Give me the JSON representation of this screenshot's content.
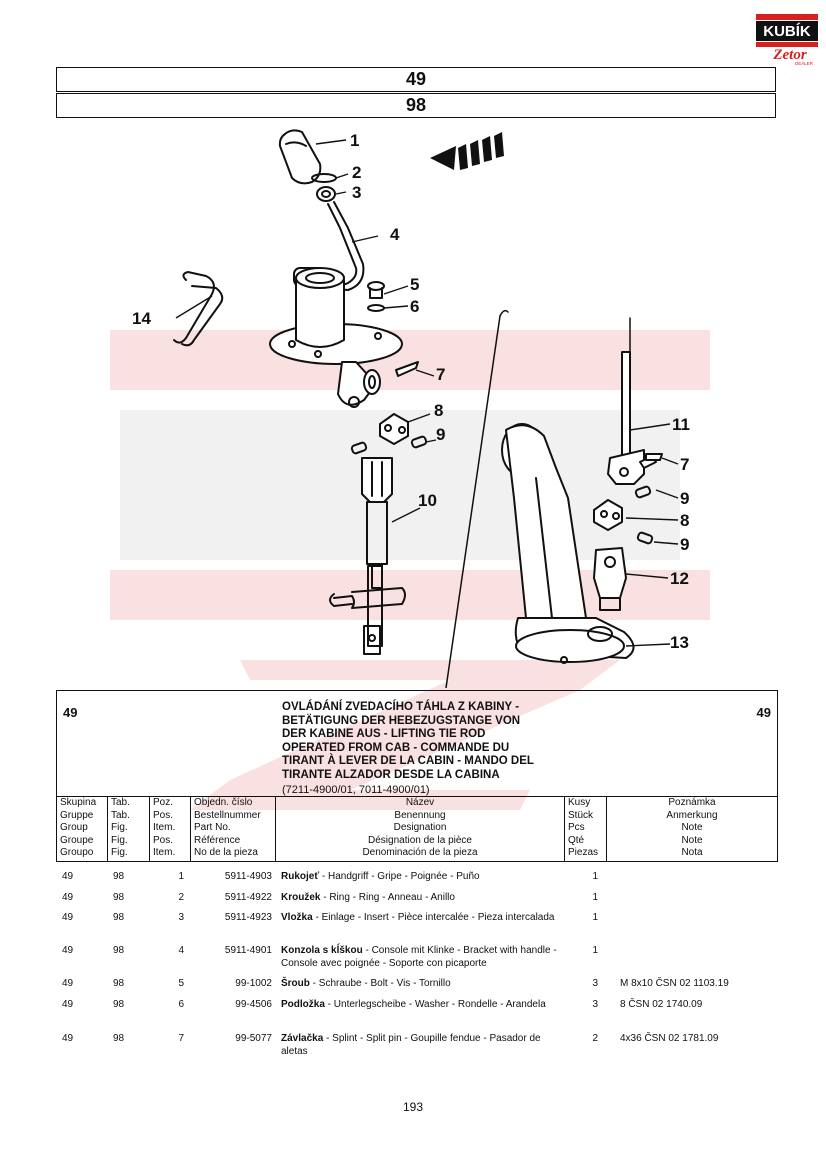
{
  "logo": {
    "brand_top": "KUBÍK",
    "brand_script": "Zetor",
    "brand_sub": "DEALER",
    "colors": {
      "red": "#d9201f",
      "black": "#111111"
    }
  },
  "header": {
    "group": "49",
    "table": "98"
  },
  "diagram": {
    "callouts": [
      "1",
      "2",
      "3",
      "4",
      "5",
      "6",
      "7",
      "8",
      "9",
      "10",
      "14",
      "11",
      "7",
      "9",
      "8",
      "9",
      "12",
      "13"
    ]
  },
  "info": {
    "group_left": "49",
    "group_right": "49",
    "title_lines": [
      "OVLÁDÁNÍ ZVEDACÍHO TÁHLA Z KABINY -",
      "BETÄTIGUNG DER HEBEZUGSTANGE VON",
      "DER KABINE AUS - LIFTING TIE ROD",
      "OPERATED FROM CAB - COMMANDE DU",
      "TIRANT À LEVER DE LA CABIN - MANDO DEL",
      "TIRANTE ALZADOR DESDE LA CABINA"
    ],
    "model_codes": "(7211-4900/01, 7011-4900/01)"
  },
  "columns": {
    "group": [
      "Skupina",
      "Gruppe",
      "Group",
      "Groupe",
      "Groupo"
    ],
    "table": [
      "Tab.",
      "Tab.",
      "Fig.",
      "Fig.",
      "Fig."
    ],
    "position": [
      "Poz.",
      "Pos.",
      "Item.",
      "Pos.",
      "Item."
    ],
    "order_no": [
      "Objedn. číslo",
      "Bestellnummer",
      "Part No.",
      "Référence",
      "No de la pieza"
    ],
    "name": [
      "Název",
      "Benennung",
      "Designation",
      "Désignation de la pièce",
      "Denominación de la pieza"
    ],
    "qty": [
      "Kusy",
      "Stück",
      "Pcs",
      "Qté",
      "Piezas"
    ],
    "note": [
      "Poznámka",
      "Anmerkung",
      "Note",
      "Note",
      "Nota"
    ]
  },
  "parts": [
    {
      "group": "49",
      "table": "98",
      "pos": "1",
      "order": "5911-4903",
      "name_bold": "Rukojeť",
      "name_rest": " - Handgriff - Gripe - Poignée - Puño",
      "qty": "1",
      "note": ""
    },
    {
      "group": "49",
      "table": "98",
      "pos": "2",
      "order": "5911-4922",
      "name_bold": "Kroužek",
      "name_rest": " - Ring - Ring - Anneau - Anillo",
      "qty": "1",
      "note": ""
    },
    {
      "group": "49",
      "table": "98",
      "pos": "3",
      "order": "5911-4923",
      "name_bold": "Vložka",
      "name_rest": " - Einlage - Insert - Pièce intercalée - Pieza intercalada",
      "qty": "1",
      "note": ""
    },
    {
      "group": "49",
      "table": "98",
      "pos": "4",
      "order": "5911-4901",
      "name_bold": "Konzola s kĺškou",
      "name_rest": " - Console mit Klinke - Bracket with handle - Console avec poignée - Soporte con picaporte",
      "qty": "1",
      "note": ""
    },
    {
      "group": "49",
      "table": "98",
      "pos": "5",
      "order": "99-1002",
      "name_bold": "Šroub",
      "name_rest": " - Schraube - Bolt - Vis - Tornillo",
      "qty": "3",
      "note": "M 8x10 ČSN 02 1103.19"
    },
    {
      "group": "49",
      "table": "98",
      "pos": "6",
      "order": "99-4506",
      "name_bold": "Podložka",
      "name_rest": " - Unterlegscheibe - Washer - Rondelle - Arandela",
      "qty": "3",
      "note": "8 ČSN 02 1740.09"
    },
    {
      "group": "49",
      "table": "98",
      "pos": "7",
      "order": "99-5077",
      "name_bold": "Závlačka",
      "name_rest": " - Splint - Split pin - Goupille fendue - Pasador de aletas",
      "qty": "2",
      "note": "4x36 ČSN 02 1781.09"
    }
  ],
  "page_number": "193"
}
